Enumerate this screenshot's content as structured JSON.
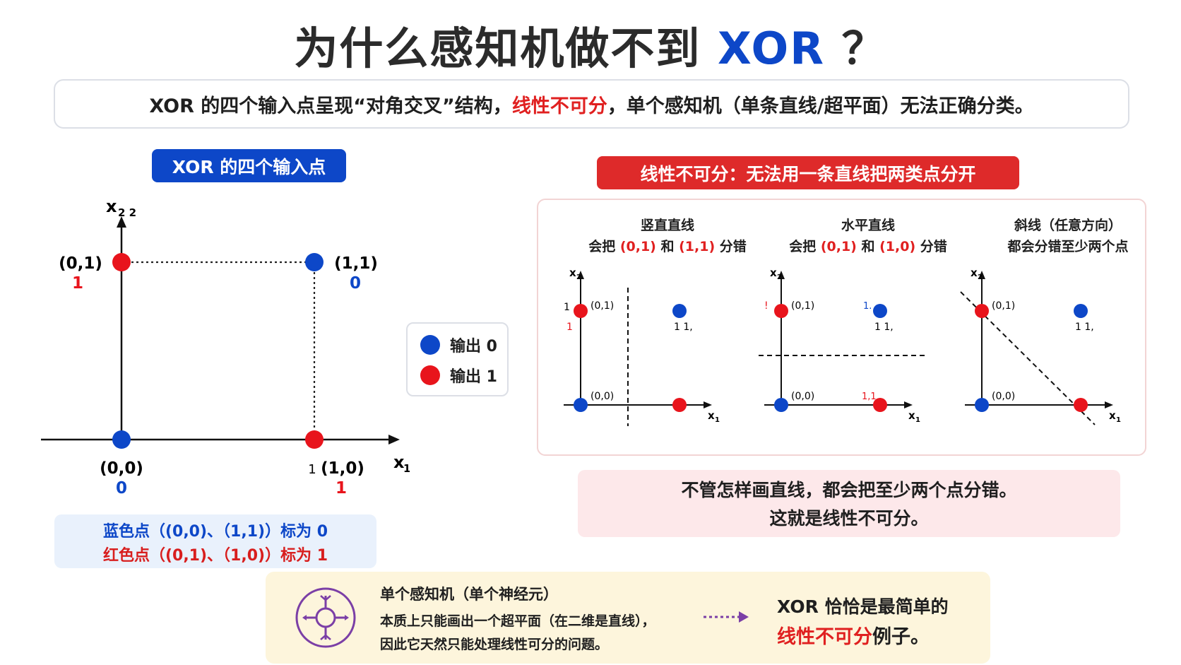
{
  "title": {
    "main": "为什么感知机做不到",
    "highlight": "XOR",
    "suffix": "？"
  },
  "subtitle": {
    "part1": "XOR 的四个输入点呈现“对角交叉”结构，",
    "highlight": "线性不可分",
    "part2": "，单个感知机（单条直线/超平面）无法正确分类。"
  },
  "left_section": {
    "pill": "XOR 的四个输入点",
    "axis_x": "x",
    "axis_x_sub": "1",
    "axis_y": "x",
    "axis_y_sub": "2 2",
    "points": [
      {
        "coord": "(0,0)",
        "output": "0",
        "class": 0
      },
      {
        "coord": "(0,1)",
        "output": "1",
        "class": 1
      },
      {
        "coord": "(1,0)",
        "output": "1",
        "class": 1,
        "prefix": "1"
      },
      {
        "coord": "(1,1)",
        "output": "0",
        "class": 0
      }
    ],
    "legend": [
      {
        "label": "输出 0",
        "color": "#0d47c8"
      },
      {
        "label": "输出 1",
        "color": "#e8141c"
      }
    ],
    "note_blue": "蓝色点（(0,0)、（1,1)）标为 0",
    "note_red": "红色点（(0,1)、（1,0)）标为 1"
  },
  "right_section": {
    "pill": "线性不可分：无法用一条直线把两类点分开",
    "subplots": [
      {
        "title1": "竖直直线",
        "title2_a": "会把 ",
        "title2_b": "(0,1)",
        "title2_c": " 和 ",
        "title2_d": "(1,1)",
        "title2_e": " 分错",
        "line": "vertical",
        "stray_top": "1",
        "stray_mid": "1",
        "label_11": "1 1,",
        "label_10": ""
      },
      {
        "title1": "水平直线",
        "title2_a": "会把 ",
        "title2_b": "(0,1)",
        "title2_c": " 和 ",
        "title2_d": "(1,0)",
        "title2_e": " 分错",
        "line": "horizontal",
        "stray_top": "!",
        "stray_mid": "",
        "stray_blue": "1.",
        "label_11": "1 1,",
        "label_10": "1,1"
      },
      {
        "title1": "斜线（任意方向）",
        "title2_a": "都会分错至少两个点",
        "title2_b": "",
        "title2_c": "",
        "title2_d": "",
        "title2_e": "",
        "line": "diagonal",
        "stray_top": "",
        "stray_mid": "",
        "label_11": "1 1,",
        "label_10": ""
      }
    ],
    "mini_labels": {
      "p01": "(0,1)",
      "p00": "(0,0)",
      "axis_x": "x",
      "axis_y": "x",
      "sub1": "1",
      "sub2": "2"
    },
    "conclusion_1": "不管怎样画直线，都会把至少两个点分错。",
    "conclusion_2": "这就是线性不可分。"
  },
  "bottom": {
    "perceptron_title": "单个感知机（单个神经元）",
    "perceptron_line1": "本质上只能画出一个超平面（在二维是直线），",
    "perceptron_line2": "因此它天然只能处理线性可分的问题。",
    "result_line1": "XOR 恰恰是最简单的",
    "result_highlight": "线性不可分",
    "result_suffix": "例子。"
  },
  "colors": {
    "blue": "#0d47c8",
    "red": "#e8141c",
    "purple": "#7b3fa6"
  }
}
